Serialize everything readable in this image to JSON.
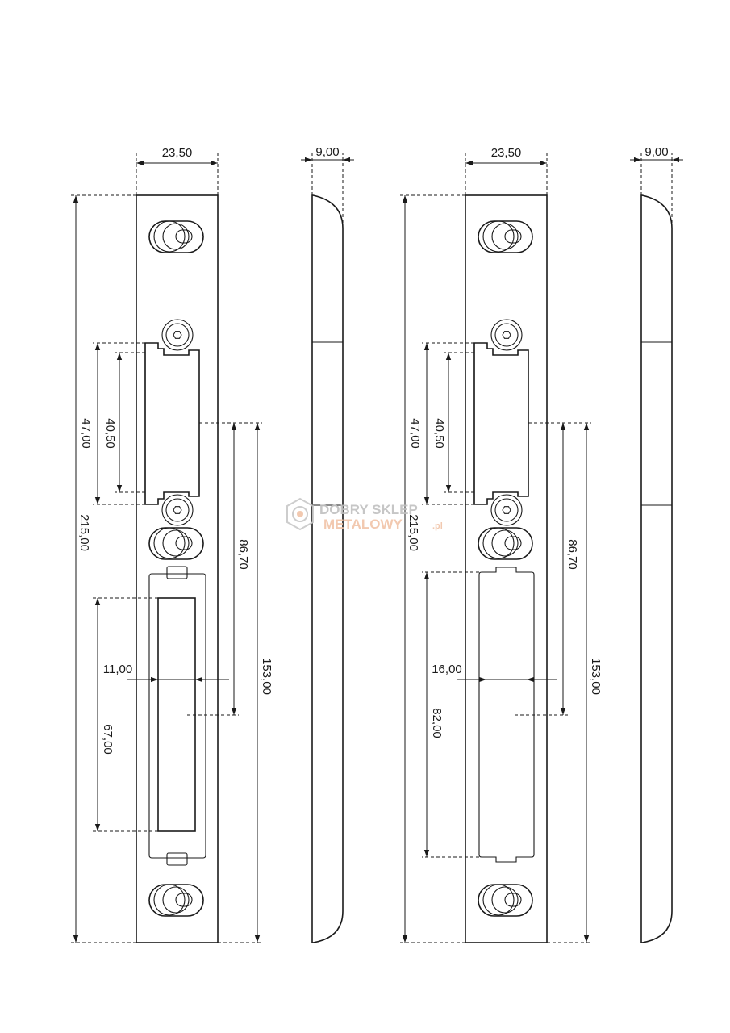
{
  "plate_1": {
    "dimensions": {
      "width": "23,50",
      "overall_length": "215,00",
      "depth_to_bottom": "153,00",
      "latch_pocket_outer": "47,00",
      "latch_pocket_inner": "40,50",
      "latch_to_bolt": "86,70",
      "bolt_offset": "11,00",
      "bolt_opening_height": "67,00"
    }
  },
  "profile_1": {
    "thickness": "9,00"
  },
  "plate_2": {
    "dimensions": {
      "width": "23,50",
      "overall_length": "215,00",
      "depth_to_bottom": "153,00",
      "latch_pocket_outer": "47,00",
      "latch_pocket_inner": "40,50",
      "latch_to_bolt": "86,70",
      "bolt_offset": "16,00",
      "bolt_opening_height": "82,00"
    }
  },
  "profile_2": {
    "thickness": "9,00"
  },
  "watermark": {
    "line1": "DOBRY SKLEP",
    "line2": "METALOWY",
    "suffix": ".pl",
    "colors": {
      "gray": "#c0c0c0",
      "orange": "#f1c4a8"
    }
  }
}
